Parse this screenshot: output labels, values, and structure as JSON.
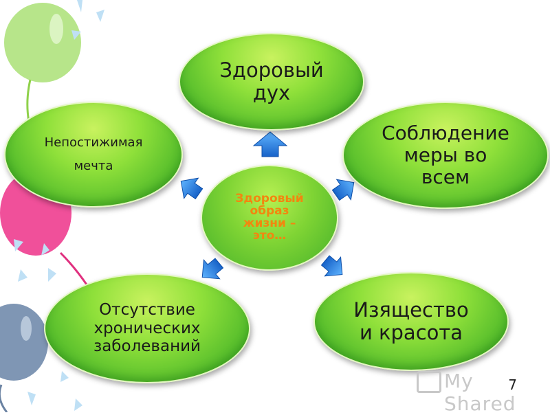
{
  "center": {
    "lines": [
      "Здоровый",
      "образ",
      "жизни –",
      "это…"
    ]
  },
  "nodes": {
    "top": {
      "lines": [
        "Здоровый",
        "дух"
      ]
    },
    "right": {
      "lines": [
        "Соблюдение",
        "меры во",
        "всем"
      ]
    },
    "bottom_right": {
      "lines": [
        "Изящество",
        "и красота"
      ]
    },
    "bottom_left": {
      "lines": [
        "Отсутствие",
        "хронических",
        "заболеваний"
      ]
    },
    "left": {
      "lines": [
        "Непостижимая",
        "мечта"
      ]
    }
  },
  "page_number": "7",
  "watermark": "My Shared",
  "colors": {
    "node_green": "#6fcf30",
    "center_text": "#f2860f",
    "arrow_blue": "#1e7fe0"
  }
}
